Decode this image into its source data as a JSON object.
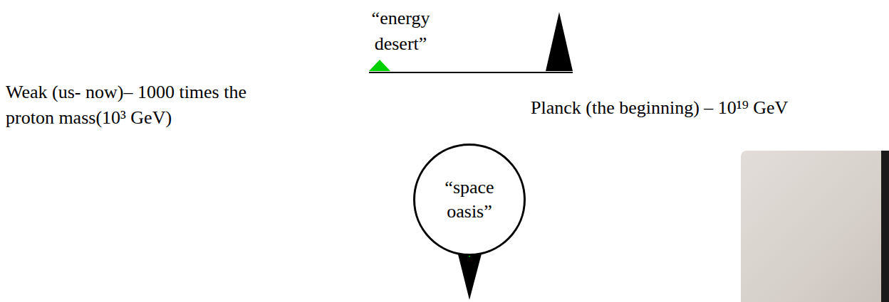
{
  "diagram": {
    "nodes": [
      {
        "text": [
          "“space oasis”"
        ]
      }
    ],
    "labels": [
      "“energy desert”",
      "Weak (us- now)– 1000 times the proton mass(10³ GeV)",
      "Planck (the beginning) – 10¹⁹ GeV"
    ]
  }
}
